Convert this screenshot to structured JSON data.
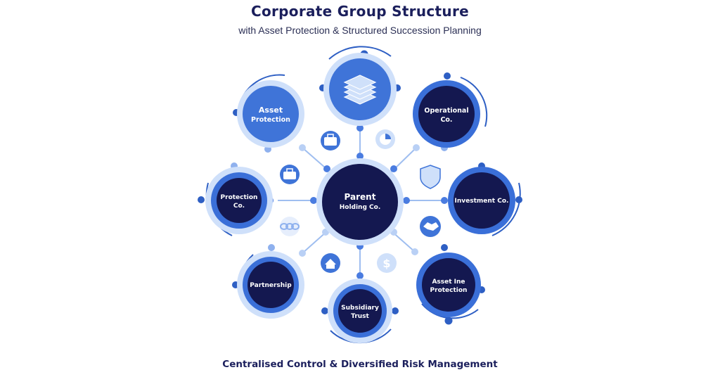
{
  "header": {
    "title": "Corporate Group Structure",
    "subtitle": "with Asset Protection & Structured Succession Planning"
  },
  "footer": {
    "text": "Centralised Control & Diversified Risk Management"
  },
  "center": {
    "line1": "Parent",
    "line2": "Holding Co."
  },
  "nodes": {
    "top": {
      "icon": "document-stack-icon"
    },
    "asset_protection": {
      "line1": "Asset",
      "line2": "Protection"
    },
    "operational": {
      "line1": "Operational",
      "line2": "Co."
    },
    "protection": {
      "line1": "Protection",
      "line2": "Co."
    },
    "investment": {
      "line1": "Investment Co."
    },
    "partnership": {
      "line1": "Partnership"
    },
    "subsidiary": {
      "line1": "Subsidiary",
      "line2": "Trust"
    },
    "asset_ine": {
      "line1": "Asset Ine",
      "line2": "Protection"
    }
  },
  "icons": [
    "briefcase-icon",
    "pie-chart-icon",
    "toolbox-icon",
    "shield-icon",
    "chain-link-icon",
    "handshake-icon",
    "house-icon",
    "dollar-icon"
  ],
  "colors": {
    "navy": "#141850",
    "blue": "#3a6fd8",
    "light_blue": "#cfe0fa",
    "title": "#1b1f5c"
  }
}
